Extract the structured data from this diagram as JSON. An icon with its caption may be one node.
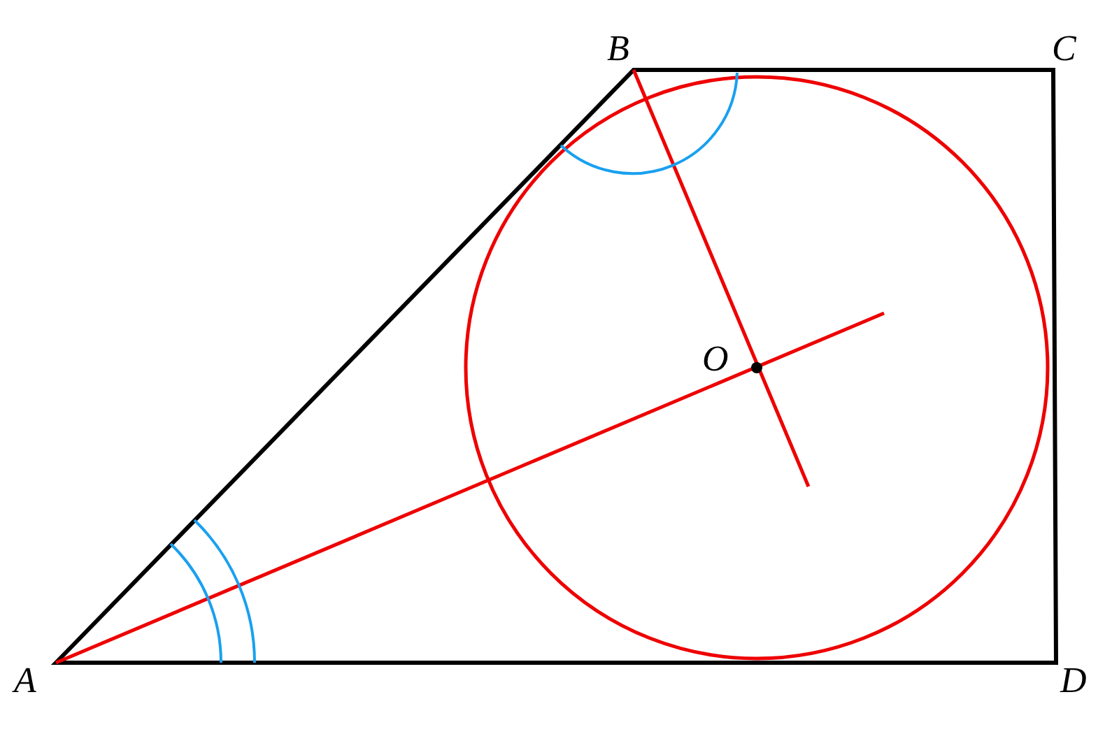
{
  "diagram": {
    "labels": [
      "B",
      "C",
      "O",
      "A",
      "D"
    ]
  }
}
